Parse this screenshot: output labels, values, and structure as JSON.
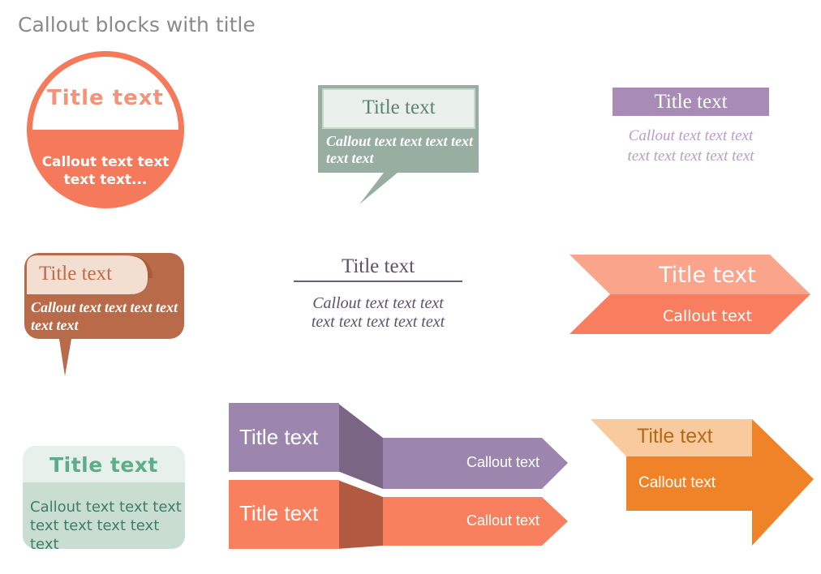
{
  "page": {
    "title": "Callout blocks with title"
  },
  "colors": {
    "page_title_gray": "#8A8A8A",
    "salmon": "#F5795B",
    "salmon_light": "#FBA48C",
    "salmon_dark_band": "#F97E60",
    "circle_title": "#F2937A",
    "sage_body": "#97AEA1",
    "sage_box_fill": "#EAF0EB",
    "sage_title": "#5E8273",
    "purple_bar": "#A88CB6",
    "purple_callout_text": "#B99CC7",
    "purple_ribbon": "#9C86AE",
    "purple_fold": "#7A6684",
    "rust_body": "#B96A48",
    "rust_panel": "#F3DED2",
    "rust_title": "#BC6C49",
    "plain_text": "#5B536B",
    "green_head": "#E7F0EA",
    "green_body": "#C9DED1",
    "green_title": "#5CAE8B",
    "green_text": "#3E7D67",
    "salmon_ribbon": "#F9805F",
    "salmon_fold": "#B25A41",
    "orange": "#F08327",
    "tan_banner": "#F9CA9D",
    "orange_title_text": "#B4691A",
    "white": "#FFFFFF"
  },
  "callouts": {
    "circle": {
      "title": "Title text",
      "line1": "Callout text text",
      "line2": "text text..."
    },
    "bubble_green": {
      "title": "Title text",
      "line1": "Callout text text text text",
      "line2": "text text"
    },
    "bar_purple": {
      "title": "Title text",
      "line1": "Callout text text text",
      "line2": "text text text text text"
    },
    "bubble_brown": {
      "title": "Title text",
      "line1": "Callout text text text text",
      "line2": "text text"
    },
    "underline": {
      "title": "Title text",
      "line1": "Callout text text text",
      "line2": "text text text text text"
    },
    "arrow_salmon": {
      "title": "Title text",
      "callout": "Callout text"
    },
    "block_green": {
      "title": "Title text",
      "line1": "Callout text text text",
      "line2": "text text text text text"
    },
    "ribbon_purple": {
      "title": "Title text",
      "callout": "Callout text"
    },
    "ribbon_salmon": {
      "title": "Title text",
      "callout": "Callout text"
    },
    "arrow_orange": {
      "title": "Title text",
      "callout": "Callout text"
    }
  }
}
